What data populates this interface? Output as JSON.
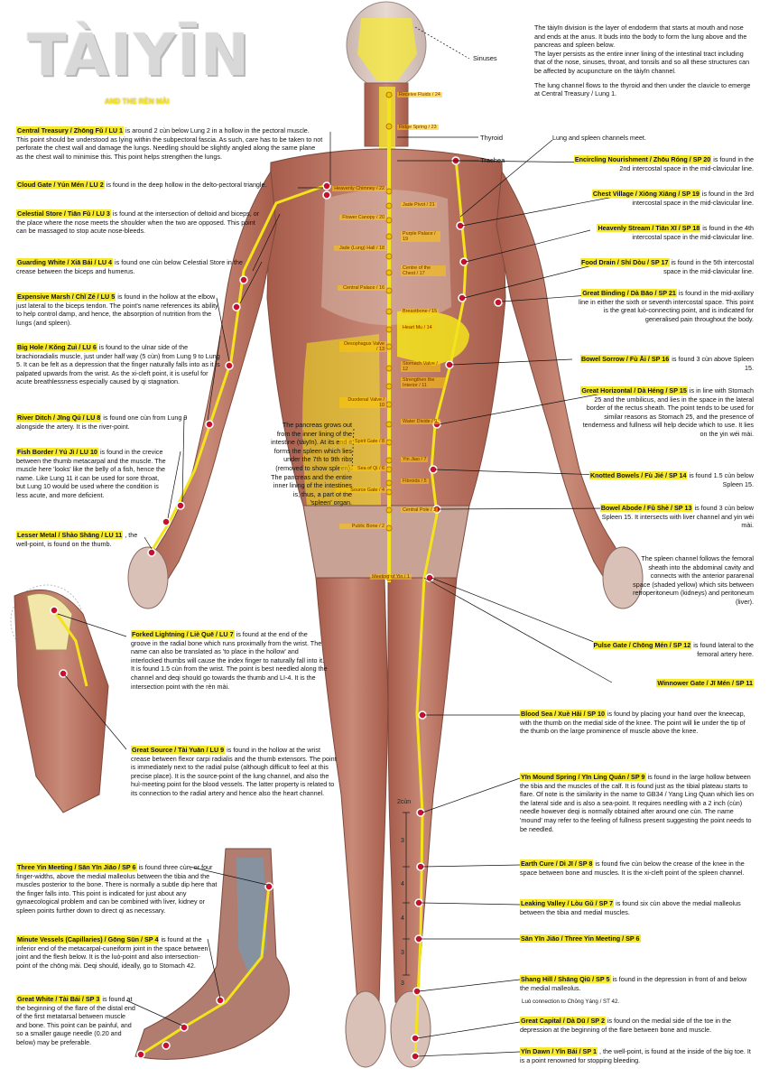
{
  "title": "TÀIYĪN",
  "subtitle": "AND THE RÈN MÀI",
  "anatomy_labels": {
    "sinuses": "Sinuses",
    "thyroid": "Thyroid",
    "trachea": "Trachea"
  },
  "intro_text": {
    "p1": "The tàiyīn division is the layer of endoderm that starts at mouth and nose and ends at the anus. It buds into the body to form the lung above and the pancreas and spleen below.",
    "p2": "The layer persists as the entire inner lining of the intestinal tract including that of the nose, sinuses, throat, and tonsils and so all these structures can be affected by acupuncture on the tàiyīn channel.",
    "p3": "The lung channel flows to the thyroid and then under the clavicle to emerge at Central Treasury / Lung 1.",
    "p4": "Lung and spleen channels meet."
  },
  "spleen_channel_note": "The spleen channel follows the femoral sheath into the abdominal cavity and connects with the anterior pararenal space (shaded yellow) which sits between retroperitoneum (kidneys) and peritoneum (liver).",
  "pancreas_note": "The pancreas grows out from the inner lining of the intestine (tàiyīn). At its end it forms the spleen which lies under the 7th to 9th ribs (removed to show spleen). The pancreas and the entire inner lining of the intestines is, thus, a part of the 'spleen' organ.",
  "lung_points": [
    {
      "name": "Central Treasury / Zhōng Fǔ / LU 1",
      "text": "is around 2 cùn below Lung 2 in a hollow in the pectoral muscle. This point should be understood as lying within the subpectoral fascia. As such, care has to be taken to not perforate the chest wall and damage the lungs. Needling should be slightly angled along the same plane as the chest wall to minimise this. This point helps strengthen the lungs."
    },
    {
      "name": "Cloud Gate / Yún Mén / LU 2",
      "text": "is found in the deep hollow in the delto-pectoral triangle."
    },
    {
      "name": "Celestial Store / Tiān Fǔ / LU 3",
      "text": "is found at the intersection of deltoid and biceps, or the place where the nose meets the shoulder when the two are opposed. This point can be massaged to stop acute nose-bleeds."
    },
    {
      "name": "Guarding White / Xiā Bái / LU 4",
      "text": "is found one cùn below Celestial Store in the crease between the biceps and humerus."
    },
    {
      "name": "Expensive Marsh / Chǐ Zé / LU 5",
      "text": "is found in the hollow at the elbow just lateral to the biceps tendon. The point's name references its ability to help control damp, and hence, the absorption of nutrition from the lungs (and spleen)."
    },
    {
      "name": "Big Hole / Kǒng Zuì / LU 6",
      "text": "is found to the ulnar side of the brachioradialis muscle, just under half way (5 cùn) from Lung 9 to Lung 5. It can be felt as a depression that the finger naturally falls into as it is palpated upwards from the wrist. As the xi-cleft point, it is useful for acute breathlessness especially caused by qi stagnation."
    },
    {
      "name": "River Ditch / Jīng Qú / LU 8",
      "text": "is found one cùn from Lung 9 alongside the artery. It is the river-point."
    },
    {
      "name": "Fish Border / Yú Jì / LU 10",
      "text": "is found in the crevice between the thumb metacarpal and the muscle. The muscle here 'looks' like the belly of a fish, hence the name. Like Lung 11 it can be used for sore throat, but Lung 10 would be used where the condition is less acute, and more deficient."
    },
    {
      "name": "Lesser Metal / Shào Shāng / LU 11",
      "text": ", the well-point, is found on the thumb."
    },
    {
      "name": "Forked Lightning / Liè Quē / LU 7",
      "text": "is found at the end of the groove in the radial bone which runs proximally from the wrist. The name can also be translated as 'to place in the hollow' and interlocked thumbs will cause the index finger to naturally fall into it. It is found 1.5 cùn from the wrist. The point is best needled along the channel and deqi should go towards the thumb and LI-4. It is the intersection point with the rèn mài."
    },
    {
      "name": "Great Source / Tài Yuān / LU 9",
      "text": "is found in the hollow at the wrist crease between flexor carpi radialis and the thumb extensors. The point is immediately next to the radial pulse (although difficult to feel at this precise place). It is the source-point of the lung channel, and also the huì-meeting point for the blood vessels. The latter property is related to its connection to the radial artery and hence also the heart channel."
    }
  ],
  "spleen_points_left": [
    {
      "name": "Three Yin Meeting / Sān Yīn Jiāo / SP 6",
      "text": "is found three cùn, or four finger-widths, above the medial malleolus between the tibia and the muscles posterior to the bone. There is normally a subtle dip here that the finger falls into. This point is indicated for just about any gynaecological problem and can be combined with liver, kidney or spleen points further down to direct qi as necessary."
    },
    {
      "name": "Minute Vessels (Capillaries) / Gōng Sūn / SP 4",
      "text": "is found at the inferior end of the metacarpal-cuneiform joint in the space between joint and the flesh below. It is the luò-point and also intersection-point of the chōng mài. Deqi should, ideally, go to Stomach 42."
    },
    {
      "name": "Great White / Tài Bái / SP 3",
      "text": "is found at the beginning of the flare of the distal end of the first metatarsal between muscle and bone. This point can be painful, and so a smaller gauge needle (0.20 and below) may be preferable."
    }
  ],
  "spleen_points_right": [
    {
      "name": "Encircling Nourishment / Zhōu Róng / SP 20",
      "text": "is found in the 2nd intercostal space in the mid-clavicular line."
    },
    {
      "name": "Chest Village / Xiōng Xiāng / SP 19",
      "text": "is found in the 3rd intercostal space in the mid-clavicular line."
    },
    {
      "name": "Heavenly Stream / Tiān Xī / SP 18",
      "text": "is found in the 4th intercostal space in the mid-clavicular line."
    },
    {
      "name": "Food Drain / Shí Dòu / SP 17",
      "text": "is found in the 5th intercostal space in the mid-clavicular line."
    },
    {
      "name": "Great Binding / Dà Bāo / SP 21",
      "text": "is found in the mid-axillary line in either the sixth or seventh intercostal space. This point is the great luò-connecting point, and is indicated for generalised pain throughout the body."
    },
    {
      "name": "Bowel Sorrow / Fù Āi / SP 16",
      "text": "is found 3 cùn above Spleen 15."
    },
    {
      "name": "Great Horizontal / Dà Héng / SP 15",
      "text": "is in line with Stomach 25 and the umbilicus, and lies in the space in the lateral border of the rectus sheath. The point tends to be used for similar reasons as Stomach 25, and the presence of tenderness and fullness will help decide which to use. It lies on the yin wéi mài."
    },
    {
      "name": "Knotted Bowels / Fù Jié / SP 14",
      "text": "is found 1.5 cùn below Spleen 15."
    },
    {
      "name": "Bowel Abode / Fǔ Shè / SP 13",
      "text": "is found 3 cùn below Spleen 15. It intersects with liver channel and yin wéi mài."
    },
    {
      "name": "Pulse Gate / Chōng Mén / SP 12",
      "text": "is found lateral to the femoral artery here."
    },
    {
      "name": "Winnower Gate / Jī Mén / SP 11",
      "text": ""
    },
    {
      "name": "Blood Sea / Xuè Hǎi / SP 10",
      "text": "is found by placing your hand over the kneecap, with the thumb on the medial side of the knee. The point will lie under the tip of the thumb on the large prominence of muscle above the knee."
    },
    {
      "name": "Yīn Mound Spring / Yīn Líng Quán / SP 9",
      "text": "is found in the large hollow between the tibia and the muscles of the calf. It is found just as the tibial plateau starts to flare. Of note is the similarity in the name to GB34 / Yang Ling Quan which lies on the lateral side and is also a sea-point. It requires needling with a 2 inch (cùn) needle however deqi is normally obtained after around one cùn. The name 'mound' may refer to the feeling of fullness present suggesting the point needs to be needled."
    },
    {
      "name": "Earth Cure / Dì Jī / SP 8",
      "text": "is found five cùn below the crease of the knee in the space between bone and muscles. It is the xi-cleft point of the spleen channel."
    },
    {
      "name": "Leaking Valley / Lòu Gǔ / SP 7",
      "text": "is found six cùn above the medial malleolus between the tibia and medial muscles."
    },
    {
      "name": "Sān Yīn Jiāo / Three Yin Meeting / SP 6",
      "text": ""
    },
    {
      "name": "Shang Hill / Shāng Qiū / SP 5",
      "text": "is found in the depression in front of and below the medial malleolus."
    },
    {
      "name": "Great Capital / Dà Dū / SP 2",
      "text": "is found on the medial side of the toe in the depression at the beginning of the flare between bone and muscle."
    },
    {
      "name": "Yǐn Dawn / Yǐn Bái / SP 1",
      "text": ", the well-point, is found at the inside of the big toe. It is a point renowned for stopping bleeding."
    }
  ],
  "luo_note": "Luò connection to Chōng Yáng / ST 42.",
  "ren_points": [
    "Receive Fluids / 24",
    "Ridge Spring / 23",
    "Heavenly Chimney / 22",
    "Jade Pivot / 21",
    "Flower Canopy / 20",
    "Purple Palace / 19",
    "Jade (Lung) Hall / 18",
    "Centre of the Chest / 17",
    "Central Palace / 16",
    "Breastbone / 15",
    "Heart Mu / 14",
    "Oesophagus Valve / 13",
    "Stomach Valve / 12",
    "Strengthen the Interior / 11",
    "Duodenal Valve / 10",
    "Water Divide / 9",
    "Spirit Gate / 8",
    "Yin Jiao / 7",
    "Sea of Qi / 6",
    "Fibroids / 5",
    "Source Gate / 4",
    "Central Pole / 3",
    "Public Bone / 2",
    "Meeting of Yin / 1"
  ],
  "cun_scale": [
    "2cùn",
    "3",
    "4",
    "4",
    "3",
    "3"
  ],
  "colors": {
    "accent": "#f7ea2c",
    "channel": "#f3e31b",
    "point": "#c8102e",
    "muscle": "#b5654e"
  }
}
